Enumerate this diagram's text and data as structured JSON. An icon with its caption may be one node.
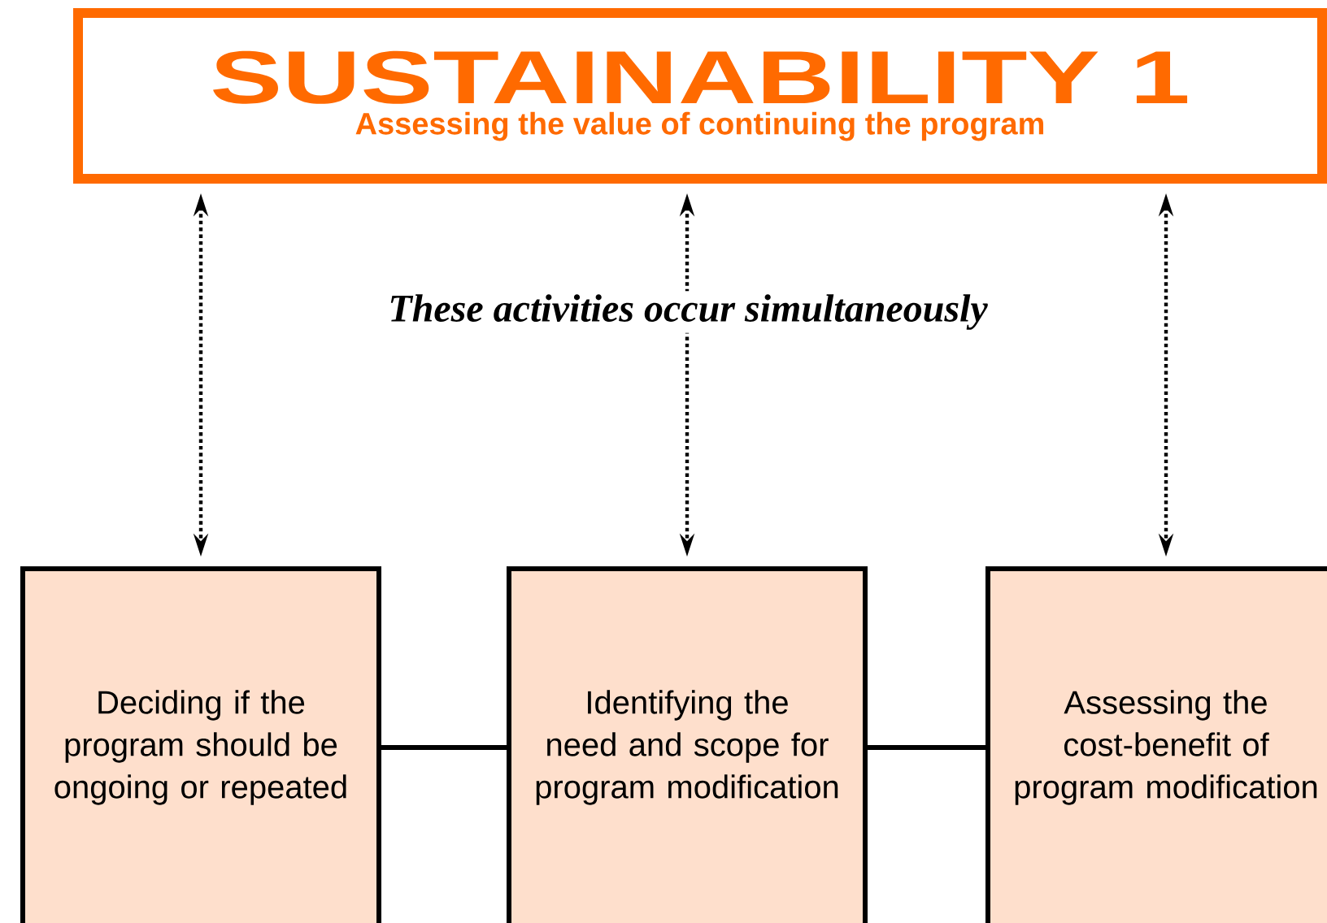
{
  "diagram": {
    "nodes": [
      {
        "text": [
          "SUSTAINABILITY 1",
          "Assessing the value of continuing the program"
        ]
      },
      {
        "text": [
          "Deciding if the program should be ongoing or repeated"
        ]
      },
      {
        "text": [
          "Identifying the need and scope for program modification"
        ]
      },
      {
        "text": [
          "Assessing the cost-benefit of program modification"
        ]
      }
    ],
    "edges": [
      {
        "from": 0,
        "to": 1,
        "arrow": "both",
        "style": "dashed"
      },
      {
        "from": 0,
        "to": 2,
        "arrow": "both",
        "style": "dashed"
      },
      {
        "from": 0,
        "to": 3,
        "arrow": "both",
        "style": "dashed"
      },
      {
        "from": 1,
        "to": 2,
        "arrow": "none"
      },
      {
        "from": 2,
        "to": 3,
        "arrow": "none"
      }
    ],
    "labels": [
      "These activities occur simultaneously"
    ]
  }
}
